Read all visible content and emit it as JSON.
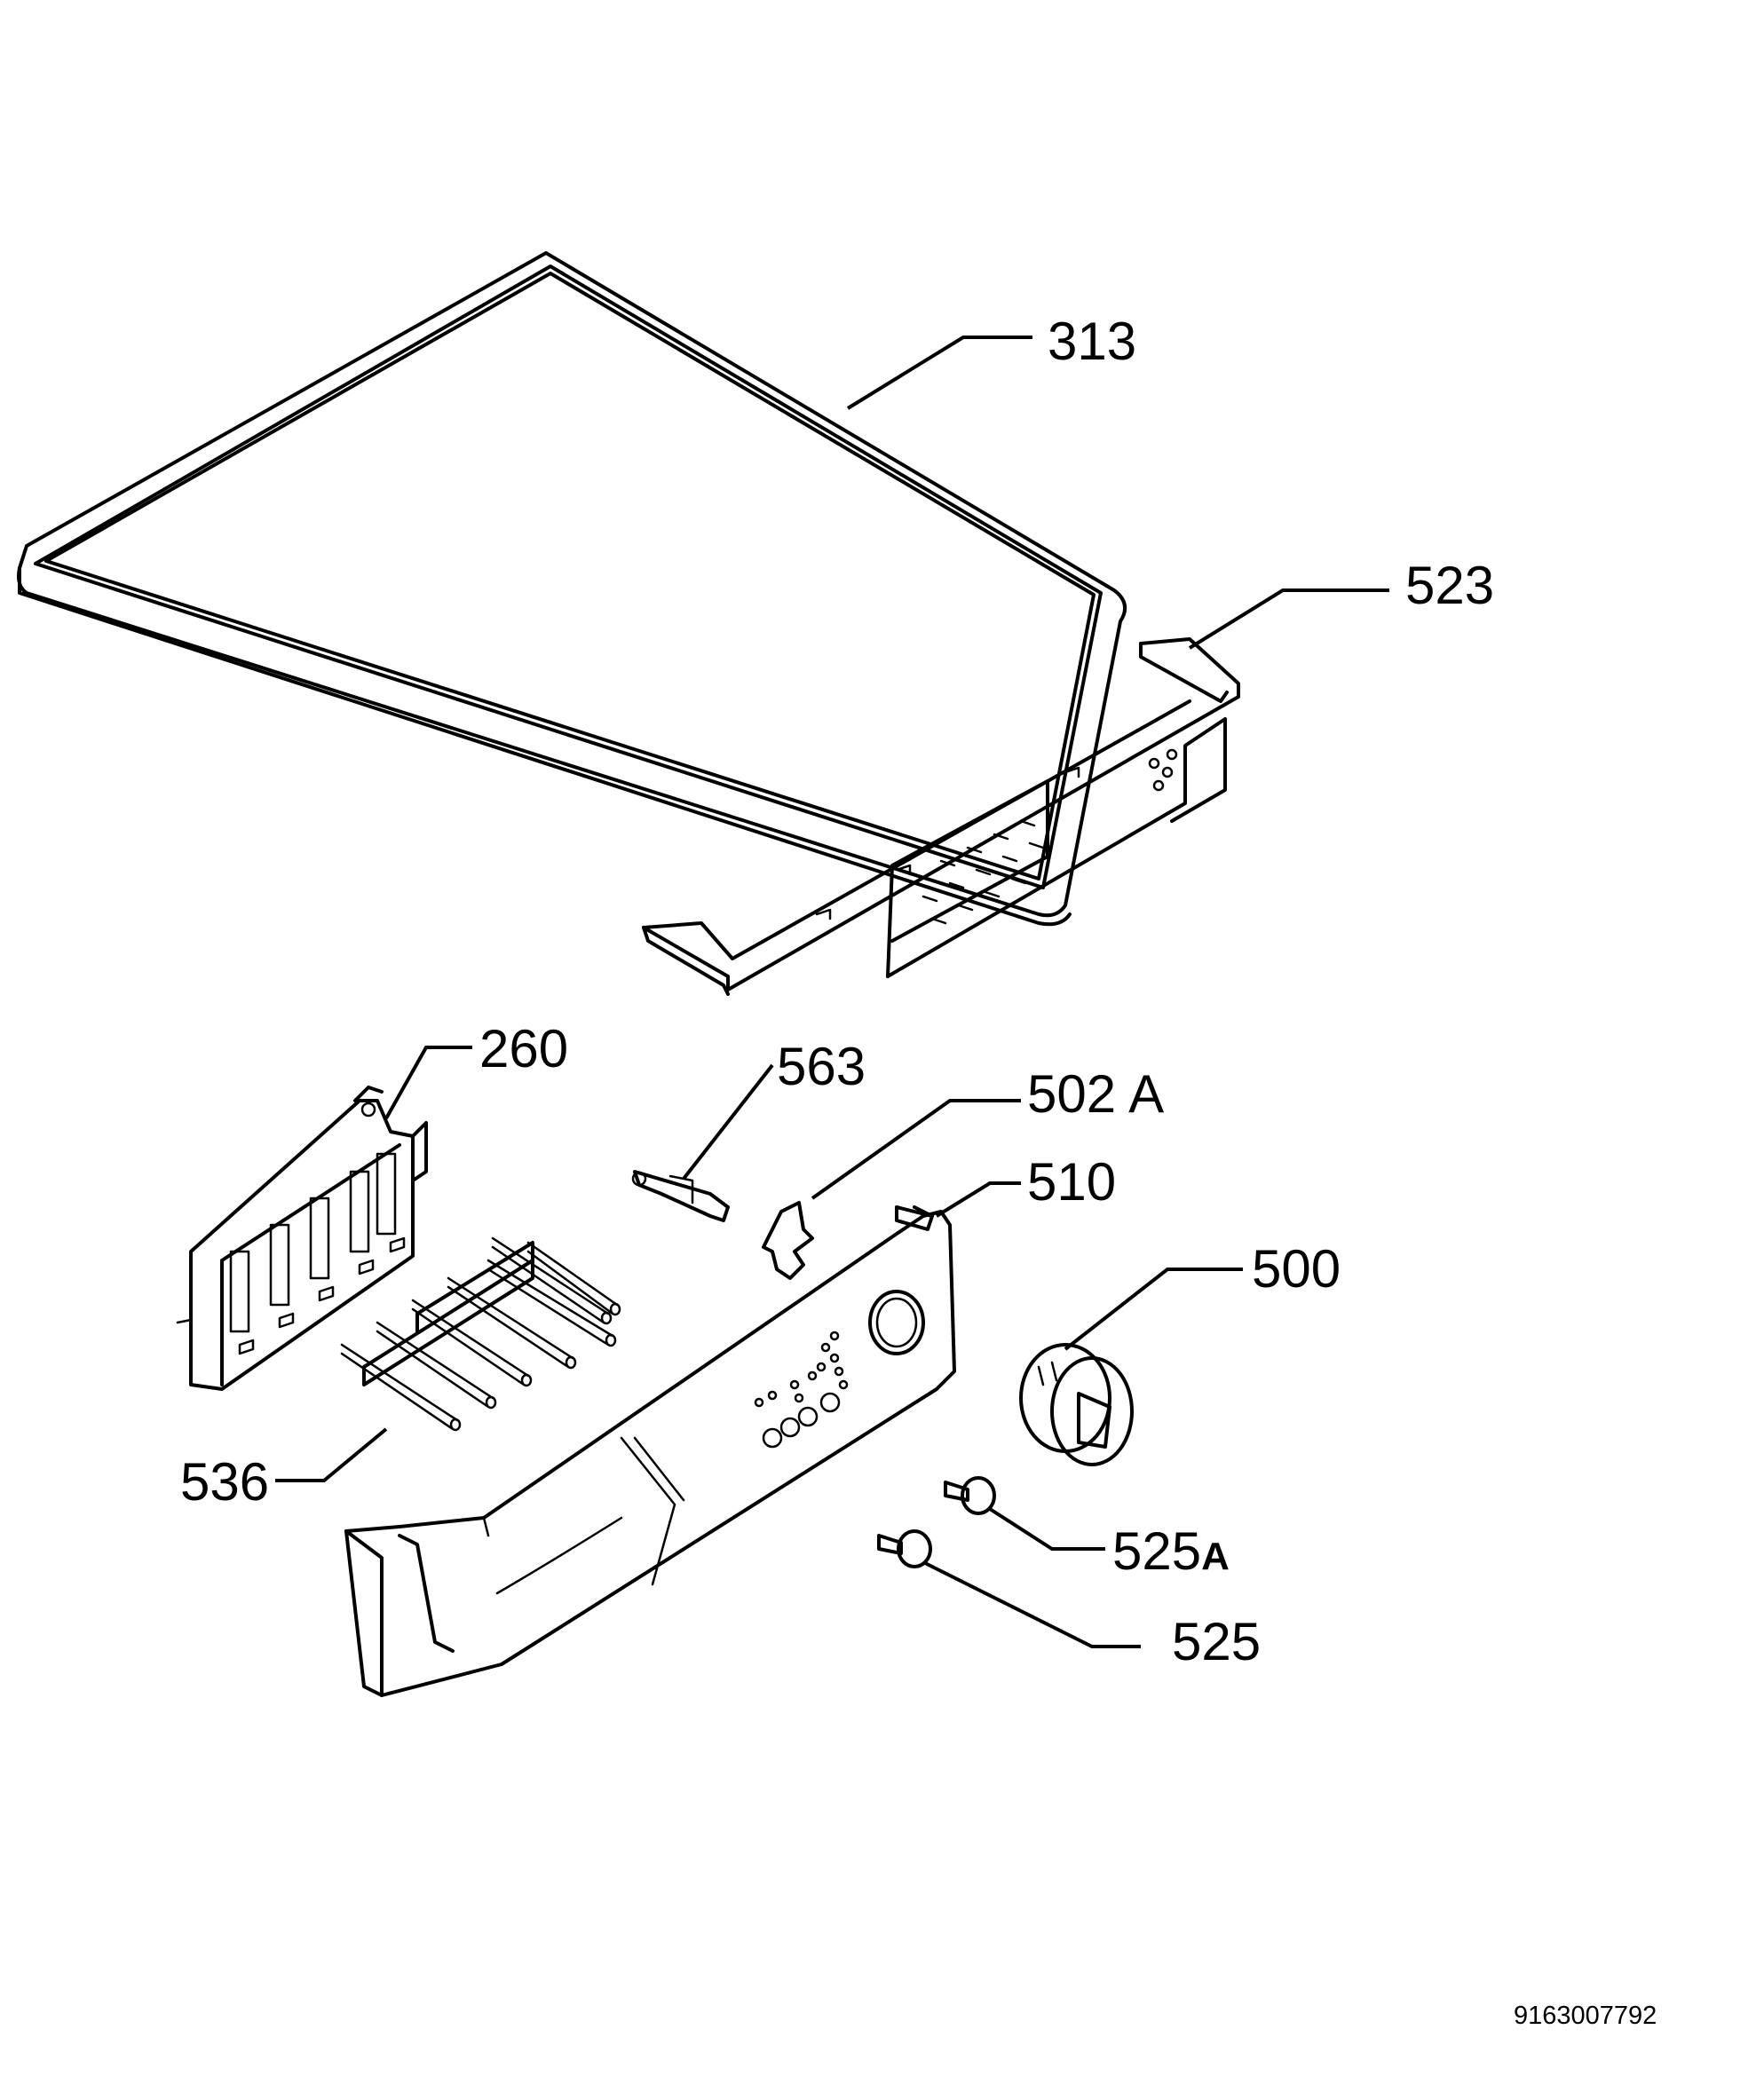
{
  "diagram": {
    "callouts": [
      {
        "id": "313",
        "text": "313"
      },
      {
        "id": "523",
        "text": "523"
      },
      {
        "id": "260",
        "text": "260"
      },
      {
        "id": "563",
        "text": "563"
      },
      {
        "id": "502A",
        "text": "502",
        "suffix": "A"
      },
      {
        "id": "510",
        "text": "510"
      },
      {
        "id": "500",
        "text": "500"
      },
      {
        "id": "536",
        "text": "536"
      },
      {
        "id": "525A",
        "text": "525",
        "suffix": "A"
      },
      {
        "id": "525",
        "text": "525"
      }
    ],
    "document_number": "9163007792"
  }
}
